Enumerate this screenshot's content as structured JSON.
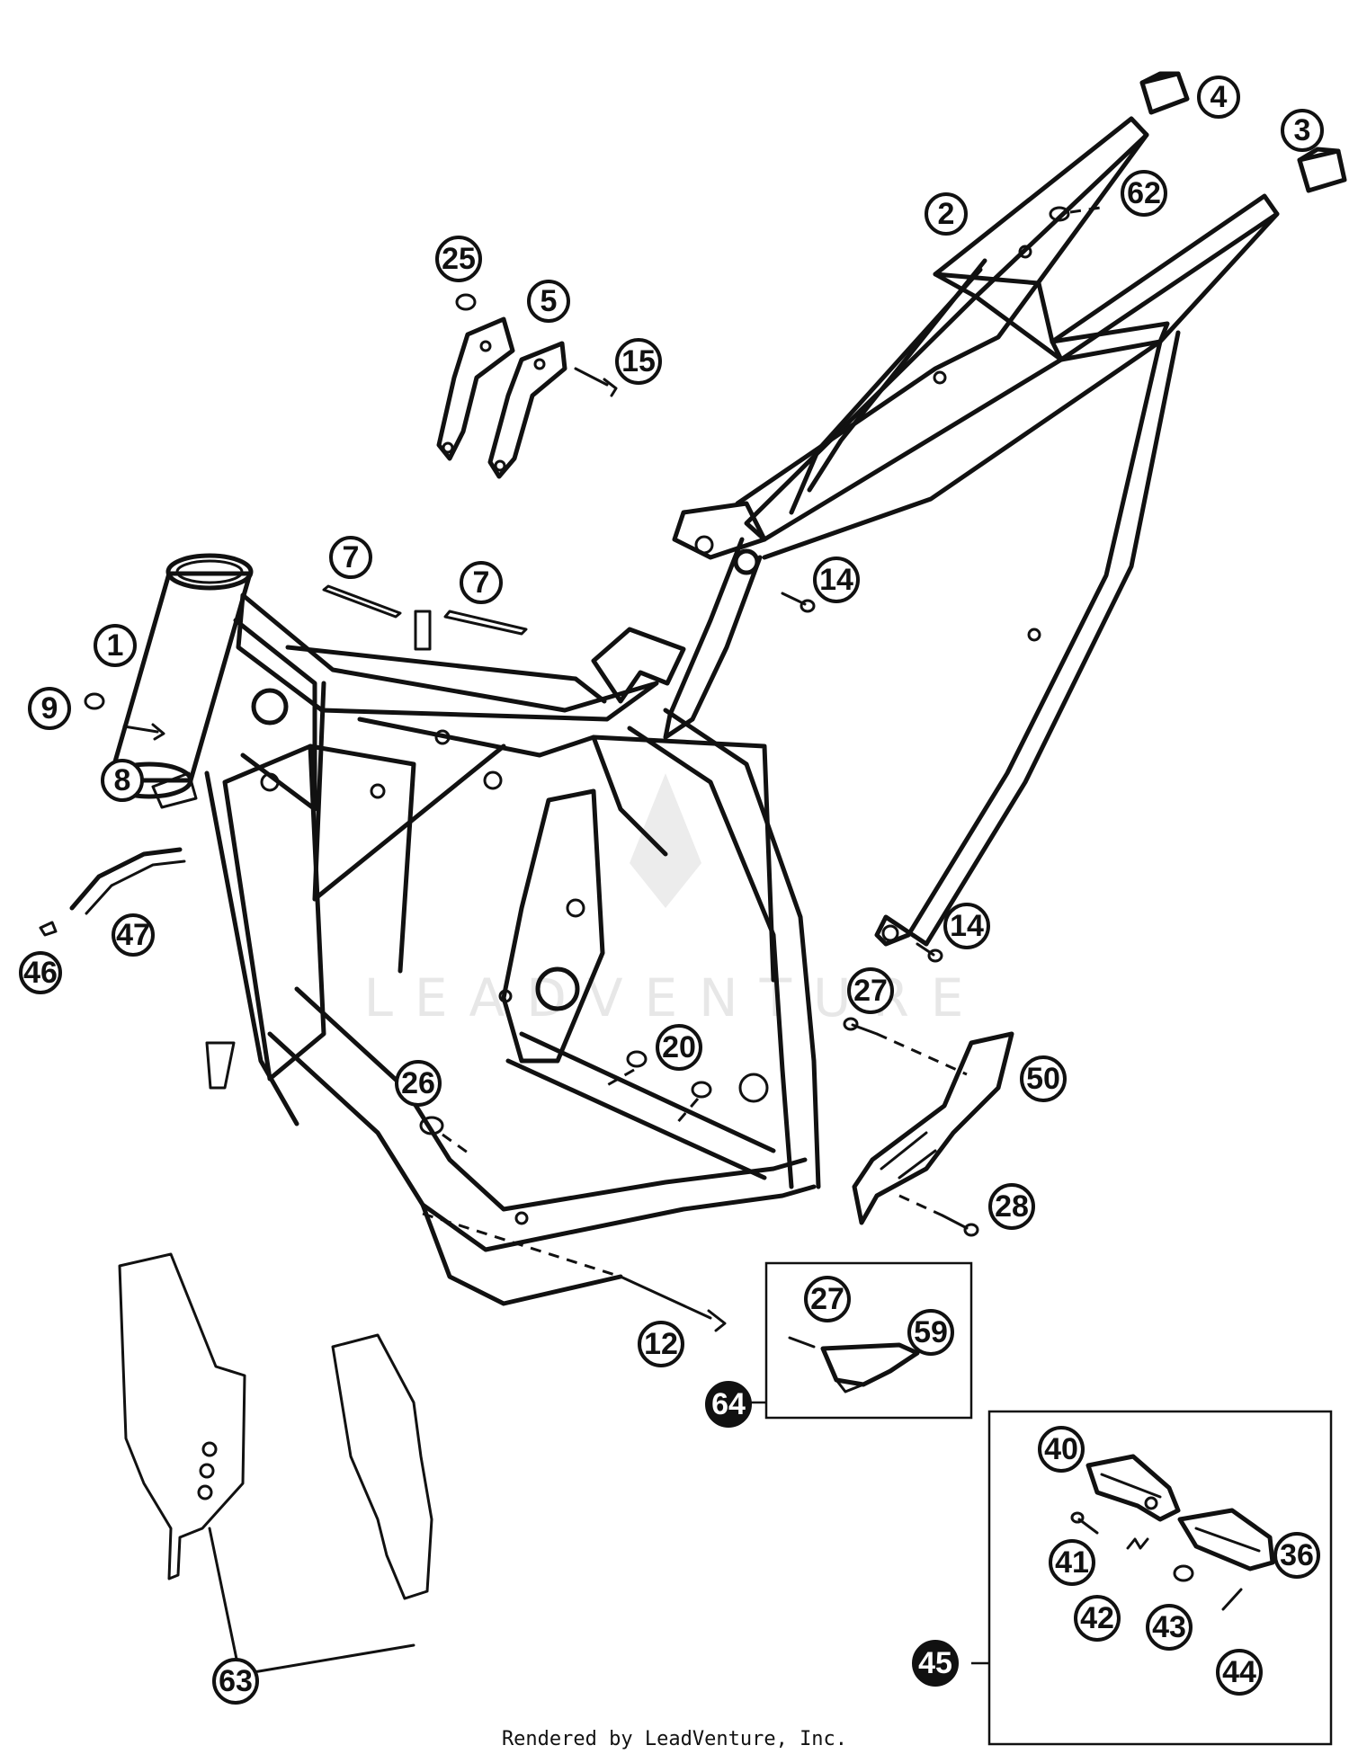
{
  "watermark": "LEADVENTURE",
  "footer": "Rendered by LeadVenture, Inc.",
  "callouts": {
    "c1": "1",
    "c2": "2",
    "c3": "3",
    "c4": "4",
    "c5": "5",
    "c7a": "7",
    "c7b": "7",
    "c8": "8",
    "c9": "9",
    "c12": "12",
    "c14a": "14",
    "c14b": "14",
    "c15": "15",
    "c20": "20",
    "c25": "25",
    "c26": "26",
    "c27a": "27",
    "c27b": "27",
    "c28": "28",
    "c36": "36",
    "c40": "40",
    "c41": "41",
    "c42": "42",
    "c43": "43",
    "c44": "44",
    "c45": "45",
    "c46": "46",
    "c47": "47",
    "c50": "50",
    "c59": "59",
    "c62": "62",
    "c63": "63",
    "c64": "64"
  }
}
